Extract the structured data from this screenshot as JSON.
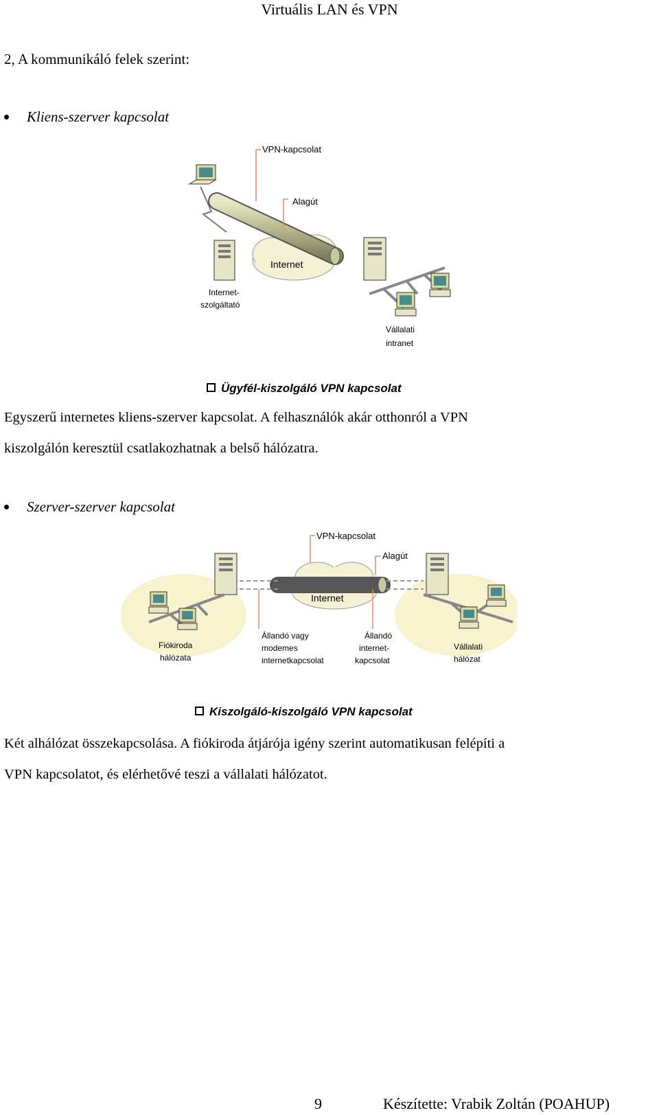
{
  "header": {
    "title": "Virtuális LAN és VPN"
  },
  "section": {
    "heading": "2, A kommunikáló felek szerint:"
  },
  "bullets": {
    "client_server": "Kliens-szerver kapcsolat",
    "server_server": "Szerver-szerver kapcsolat"
  },
  "figure1": {
    "vpn_label": "VPN-kapcsolat",
    "tunnel_label": "Alagút",
    "internet_label": "Internet",
    "isp_label_1": "Internet-",
    "isp_label_2": "szolgáltató",
    "intranet_label_1": "Vállalati",
    "intranet_label_2": "intranet",
    "caption": "Ügyfél-kiszolgáló VPN kapcsolat"
  },
  "paragraph1": {
    "line1": "Egyszerű internetes kliens-szerver kapcsolat. A felhasználók akár otthonról a VPN",
    "line2": "kiszolgálón keresztül csatlakozhatnak a belső hálózatra."
  },
  "figure2": {
    "vpn_label": "VPN-kapcsolat",
    "tunnel_label": "Alagút",
    "internet_label": "Internet",
    "branch_label_1": "Fiókiroda",
    "branch_label_2": "hálózata",
    "conn1_label_1": "Állandó vagy",
    "conn1_label_2": "modemes",
    "conn1_label_3": "internetkapcsolat",
    "conn2_label_1": "Állandó",
    "conn2_label_2": "internet-",
    "conn2_label_3": "kapcsolat",
    "corp_label_1": "Vállalati",
    "corp_label_2": "hálózat",
    "caption": "Kiszolgáló-kiszolgáló VPN kapcsolat"
  },
  "paragraph2": {
    "line1": "Két alhálózat összekapcsolása. A fiókiroda átjárója igény szerint automatikusan felépíti a",
    "line2": "VPN kapcsolatot, és elérhetővé teszi a vállalati hálózatot."
  },
  "footer": {
    "page_number": "9",
    "author": "Készítette: Vrabik Zoltán (POAHUP)"
  }
}
